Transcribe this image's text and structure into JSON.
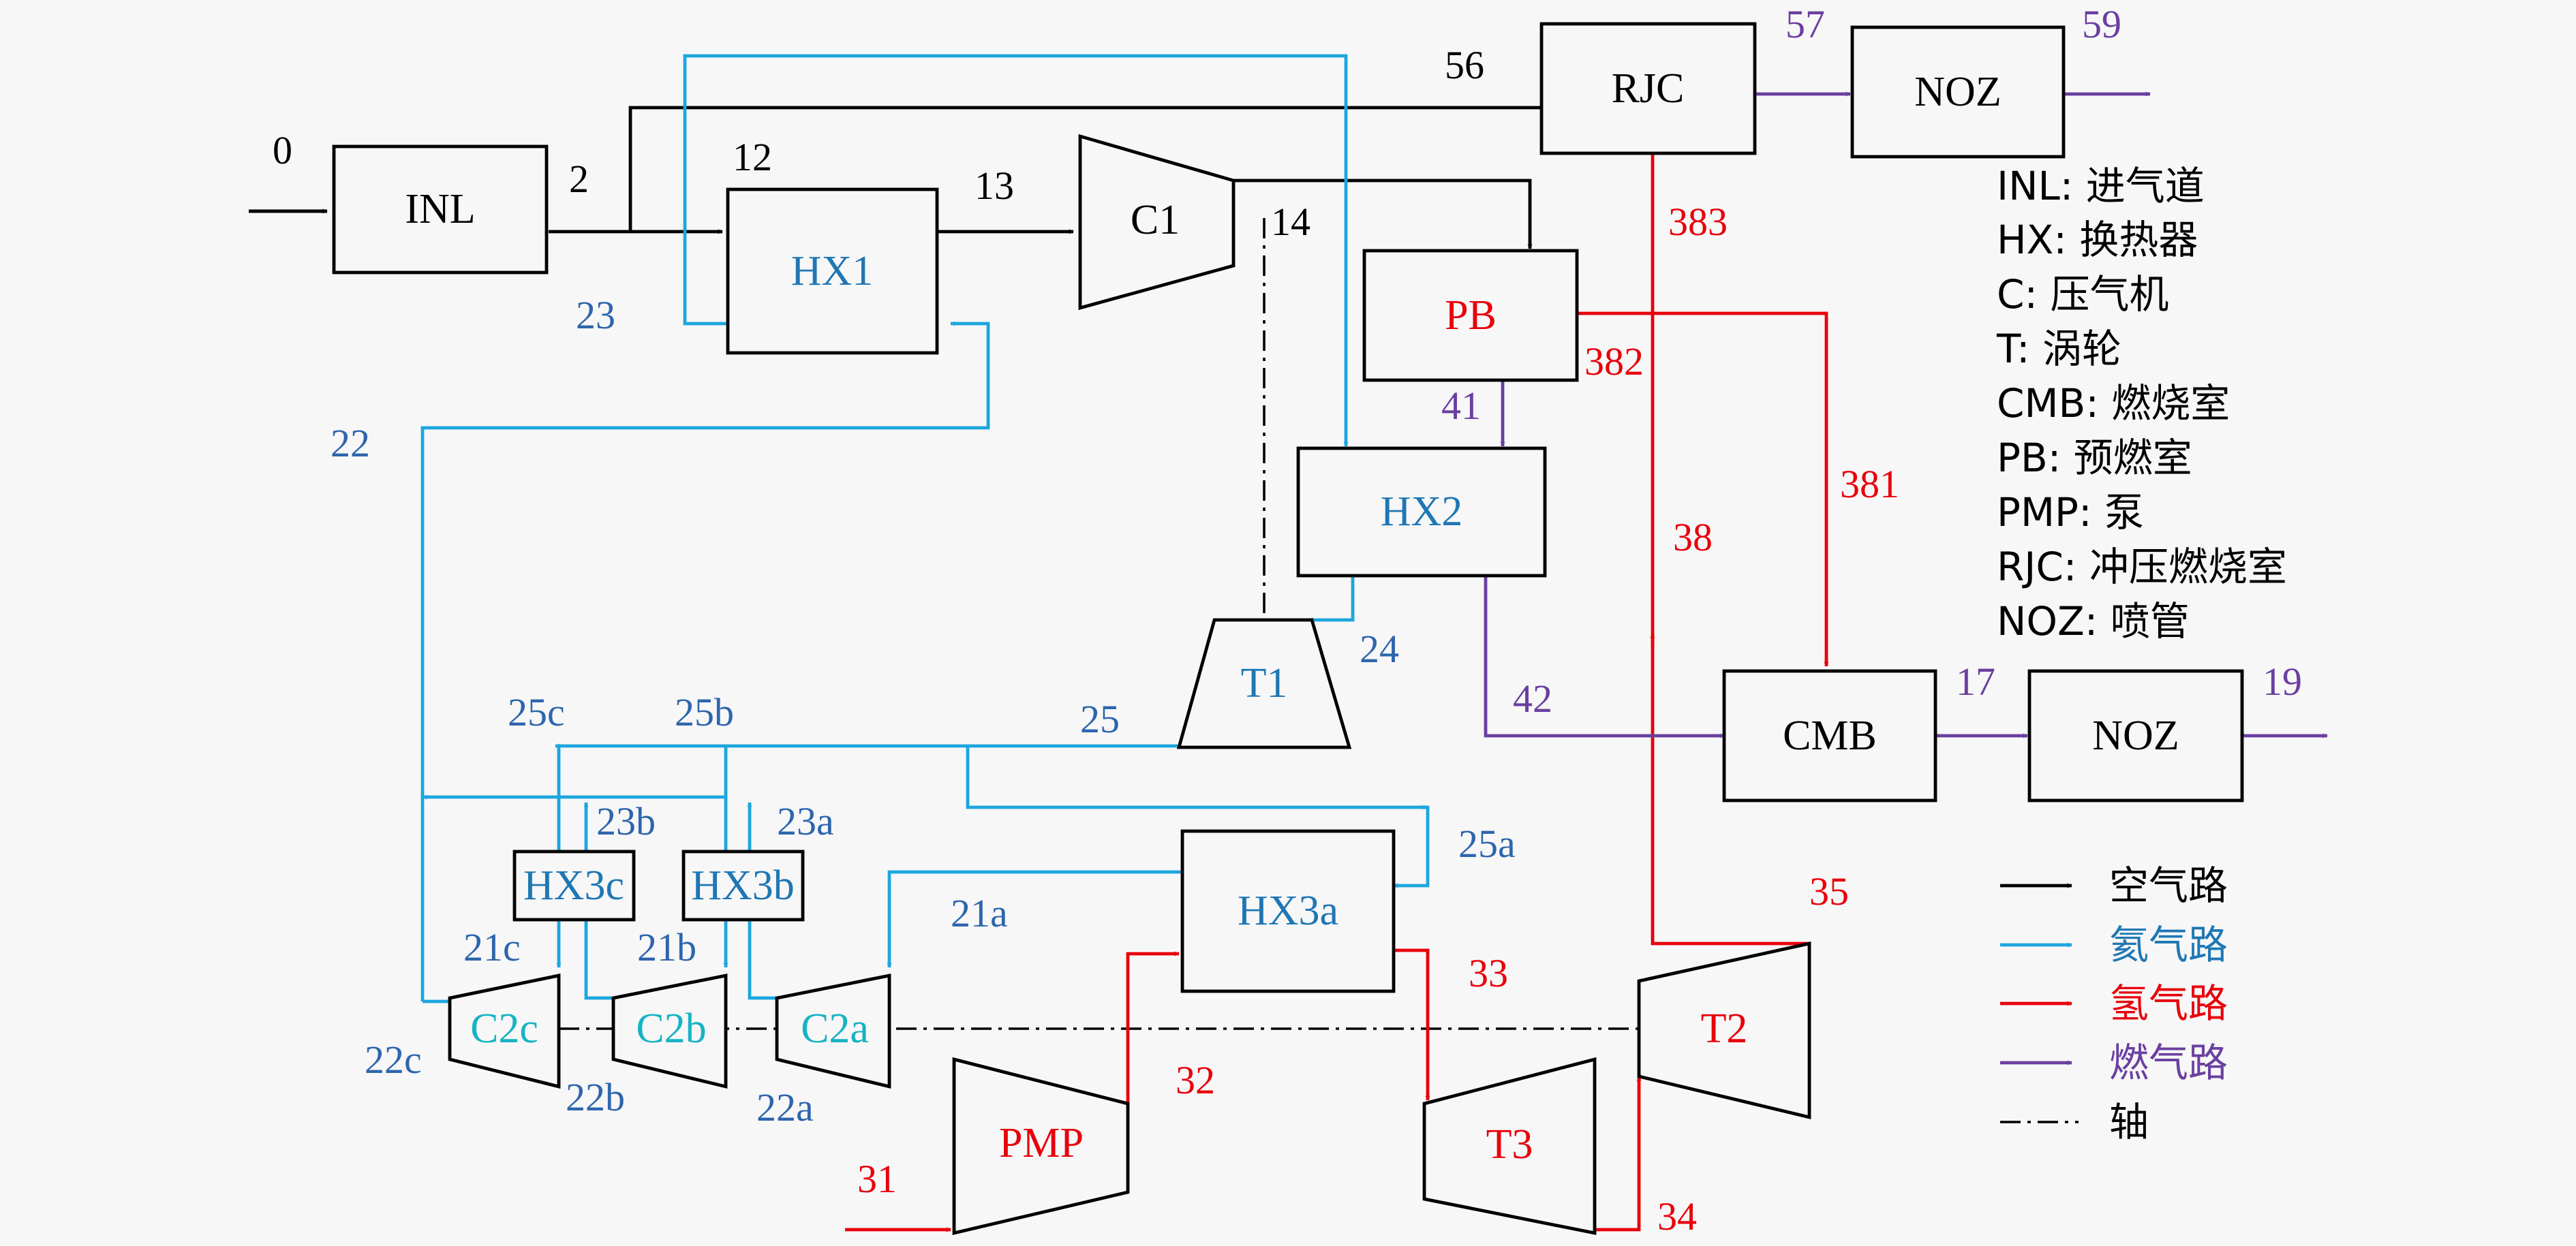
{
  "colors": {
    "air": "#000000",
    "helium": "#1ca6df",
    "helium_text": "#1f77b4",
    "hydrogen": "#e8000b",
    "gas": "#6a3fa0",
    "cyan_text": "#17b3c4",
    "label_blue": "#2e65ad"
  },
  "components": {
    "inl": "INL",
    "hx1": "HX1",
    "c1": "C1",
    "rjc": "RJC",
    "noz_top": "NOZ",
    "pb": "PB",
    "hx2": "HX2",
    "t1": "T1",
    "cmb": "CMB",
    "noz_bottom": "NOZ",
    "hx3a": "HX3a",
    "hx3b": "HX3b",
    "hx3c": "HX3c",
    "c2a": "C2a",
    "c2b": "C2b",
    "c2c": "C2c",
    "pmp": "PMP",
    "t2": "T2",
    "t3": "T3"
  },
  "stations": {
    "s0": "0",
    "s2": "2",
    "s12": "12",
    "s13": "13",
    "s14": "14",
    "s56": "56",
    "s57": "57",
    "s59": "59",
    "s23": "23",
    "s22": "22",
    "s41": "41",
    "s42": "42",
    "s24": "24",
    "s25": "25",
    "s25a": "25a",
    "s25b": "25b",
    "s25c": "25c",
    "s23a": "23a",
    "s23b": "23b",
    "s21a": "21a",
    "s21b": "21b",
    "s21c": "21c",
    "s22a": "22a",
    "s22b": "22b",
    "s22c": "22c",
    "s17": "17",
    "s19": "19",
    "s31": "31",
    "s32": "32",
    "s33": "33",
    "s34": "34",
    "s35": "35",
    "s38": "38",
    "s381": "381",
    "s382": "382",
    "s383": "383"
  },
  "abbreviations": [
    "INL: 进气道",
    "HX: 换热器",
    "C: 压气机",
    "T: 涡轮",
    "CMB: 燃烧室",
    "PB: 预燃室",
    "PMP: 泵",
    "RJC: 冲压燃烧室",
    "NOZ: 喷管"
  ],
  "legend": {
    "air": "空气路",
    "helium": "氦气路",
    "hydrogen": "氢气路",
    "gas": "燃气路",
    "shaft": "轴"
  }
}
